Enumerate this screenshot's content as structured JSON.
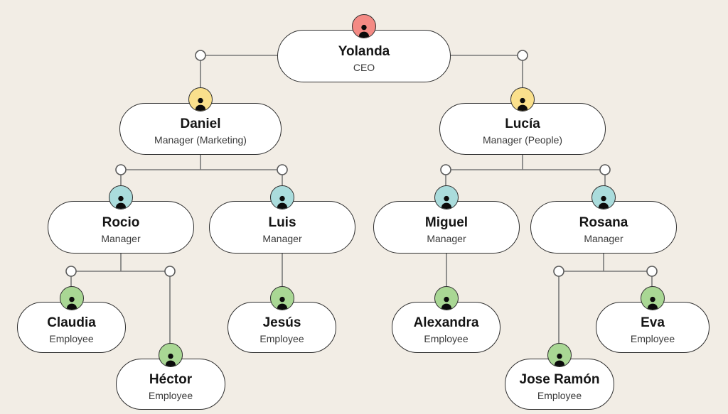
{
  "diagram": {
    "type": "org-chart",
    "background_color": "#f2ede5",
    "node_fill": "#ffffff",
    "node_border_color": "#2e2e2e",
    "connector_color": "#787878",
    "junction_circle_fill": "#ffffff",
    "junction_circle_stroke": "#5a5a5a",
    "person_icon_color": "#0b0b0b",
    "avatar_colors": {
      "ceo": "#f48a84",
      "senior_manager": "#fae08c",
      "manager": "#aadcdc",
      "employee": "#a9d794"
    },
    "people": [
      {
        "id": "yolanda",
        "name": "Yolanda",
        "role": "CEO",
        "avatar_color": "#f48a84",
        "reports_to": null
      },
      {
        "id": "daniel",
        "name": "Daniel",
        "role": "Manager (Marketing)",
        "avatar_color": "#fae08c",
        "reports_to": "yolanda"
      },
      {
        "id": "lucia",
        "name": "Lucía",
        "role": "Manager (People)",
        "avatar_color": "#fae08c",
        "reports_to": "yolanda"
      },
      {
        "id": "rocio",
        "name": "Rocio",
        "role": "Manager",
        "avatar_color": "#aadcdc",
        "reports_to": "daniel"
      },
      {
        "id": "luis",
        "name": "Luis",
        "role": "Manager",
        "avatar_color": "#aadcdc",
        "reports_to": "daniel"
      },
      {
        "id": "miguel",
        "name": "Miguel",
        "role": "Manager",
        "avatar_color": "#aadcdc",
        "reports_to": "lucia"
      },
      {
        "id": "rosana",
        "name": "Rosana",
        "role": "Manager",
        "avatar_color": "#aadcdc",
        "reports_to": "lucia"
      },
      {
        "id": "claudia",
        "name": "Claudia",
        "role": "Employee",
        "avatar_color": "#a9d794",
        "reports_to": "rocio"
      },
      {
        "id": "hector",
        "name": "Héctor",
        "role": "Employee",
        "avatar_color": "#a9d794",
        "reports_to": "rocio"
      },
      {
        "id": "jesus",
        "name": "Jesús",
        "role": "Employee",
        "avatar_color": "#a9d794",
        "reports_to": "luis"
      },
      {
        "id": "alexandra",
        "name": "Alexandra",
        "role": "Employee",
        "avatar_color": "#a9d794",
        "reports_to": "miguel"
      },
      {
        "id": "joseramon",
        "name": "Jose Ramón",
        "role": "Employee",
        "avatar_color": "#a9d794",
        "reports_to": "rosana"
      },
      {
        "id": "eva",
        "name": "Eva",
        "role": "Employee",
        "avatar_color": "#a9d794",
        "reports_to": "rosana"
      }
    ]
  }
}
